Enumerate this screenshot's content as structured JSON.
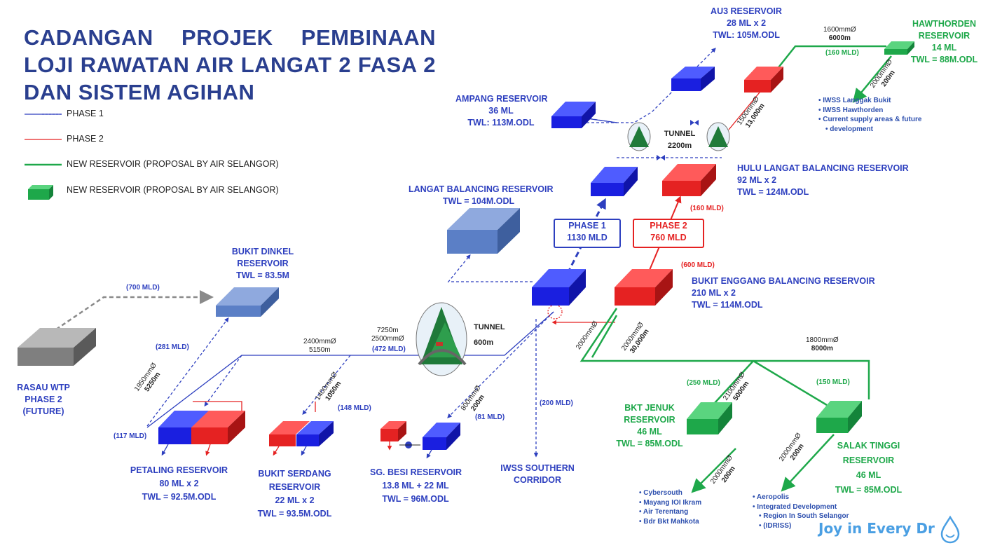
{
  "title": {
    "line1": "CADANGAN PROJEK PEMBINAAN",
    "line2": "LOJI RAWATAN AIR LANGAT 2 FASA 2",
    "line3": "DAN SISTEM AGIHAN"
  },
  "legend": {
    "phase1": "PHASE 1",
    "phase2": "PHASE 2",
    "new_line": "NEW RESERVOIR (PROPOSAL BY AIR SELANGOR)",
    "new_box": "NEW RESERVOIR (PROPOSAL BY AIR SELANGOR)"
  },
  "colors": {
    "phase1": "#2d3fbf",
    "phase2": "#e52222",
    "new": "#1ea84a",
    "future": "#8a8a8a",
    "balancing": "#5b7fc6"
  },
  "reservoirs": {
    "au3": {
      "name": "AU3 RESERVOIR",
      "capacity": "28 ML x 2",
      "twl": "TWL: 105M.ODL"
    },
    "hawthorden": {
      "name1": "HAWTHORDEN",
      "name2": "RESERVOIR",
      "capacity": "14 ML",
      "twl": "TWL = 88M.ODL"
    },
    "ampang": {
      "name": "AMPANG RESERVOIR",
      "capacity": "36 ML",
      "twl": "TWL: 113M.ODL"
    },
    "hulu_langat": {
      "name": "HULU LANGAT BALANCING RESERVOIR",
      "capacity": "92 ML x 2",
      "twl": "TWL = 124M.ODL"
    },
    "langat_balancing": {
      "name": "LANGAT BALANCING RESERVOIR",
      "twl": "TWL = 104M.ODL"
    },
    "bukit_dinkel": {
      "name1": "BUKIT DINKEL",
      "name2": "RESERVOIR",
      "twl": "TWL = 83.5M"
    },
    "bukit_enggang": {
      "name": "BUKIT ENGGANG BALANCING RESERVOIR",
      "capacity": "210 ML x 2",
      "twl": "TWL = 114M.ODL"
    },
    "rasau": {
      "name1": "RASAU WTP",
      "name2": "PHASE 2",
      "name3": "(FUTURE)"
    },
    "petaling": {
      "name": "PETALING RESERVOIR",
      "capacity": "80 ML x 2",
      "twl": "TWL = 92.5M.ODL"
    },
    "bukit_serdang": {
      "name1": "BUKIT SERDANG",
      "name2": "RESERVOIR",
      "capacity": "22 ML x 2",
      "twl": "TWL = 93.5M.ODL"
    },
    "sg_besi": {
      "name": "SG. BESI RESERVOIR",
      "capacity": "13.8 ML + 22 ML",
      "twl": "TWL = 96M.ODL"
    },
    "iwss_southern": {
      "name1": "IWSS SOUTHERN",
      "name2": "CORRIDOR"
    },
    "bkt_jenuk": {
      "name1": "BKT JENUK",
      "name2": "RESERVOIR",
      "capacity": "46 ML",
      "twl": "TWL = 85M.ODL"
    },
    "salak_tinggi": {
      "name1": "SALAK TINGGI",
      "name2": "RESERVOIR",
      "capacity": "46 ML",
      "twl": "TWL = 85M.ODL"
    }
  },
  "tunnels": {
    "upper": {
      "label": "TUNNEL",
      "length": "2200m"
    },
    "lower": {
      "label": "TUNNEL",
      "length": "600m"
    }
  },
  "phases": {
    "p1": {
      "label": "PHASE 1",
      "flow": "1130 MLD"
    },
    "p2": {
      "label": "PHASE 2",
      "flow": "760 MLD"
    }
  },
  "flows": {
    "f700": "(700 MLD)",
    "f281": "(281 MLD)",
    "f117": "(117 MLD)",
    "f148": "(148 MLD)",
    "f472": "(472 MLD)",
    "f81": "(81 MLD)",
    "f200": "(200 MLD)",
    "f160a": "(160 MLD)",
    "f160b": "(160 MLD)",
    "f600": "(600 MLD)",
    "f250": "(250 MLD)",
    "f150": "(150 MLD)"
  },
  "pipes": {
    "p1600": {
      "dia": "1600mmØ",
      "len": "6000m"
    },
    "p2000h": {
      "dia": "2000mmØ",
      "len": "200m"
    },
    "p1500": {
      "dia": "1500mmØ",
      "len": "13,000m"
    },
    "p2400": {
      "dia": "2400mmØ",
      "len": "5150m"
    },
    "p2500": {
      "len_top": "7250m",
      "dia": "2500mmØ"
    },
    "p1950": {
      "dia": "1950mmØ",
      "len": "5250m"
    },
    "p1400": {
      "dia": "1400mmØ",
      "len": "1050m"
    },
    "p800": {
      "dia": "800mmØ",
      "len": "200m"
    },
    "p2000a": {
      "dia": "2000mmØ"
    },
    "p2000b": {
      "dia": "2000mmØ",
      "len": "30,000m"
    },
    "p1800": {
      "dia": "1800mmØ",
      "len": "8000m"
    },
    "p2100": {
      "dia": "2100mmØ",
      "len": "5000m"
    },
    "p2000j": {
      "dia": "2000mmØ",
      "len": "200m"
    },
    "p2000s": {
      "dia": "2000mmØ",
      "len": "200m"
    }
  },
  "areas": {
    "hawthorden": [
      "IWSS Langgak Bukit",
      "IWSS Hawthorden",
      "Current supply areas & future",
      "development"
    ],
    "jenuk": [
      "Cybersouth",
      "Mayang IOI Ikram",
      "Air Terentang",
      "Bdr Bkt Mahkota"
    ],
    "salak": [
      "Aeropolis",
      "Integrated Development",
      "Region In South Selangor",
      "(IDRISS)"
    ]
  },
  "brand": "Joy in Every Dr",
  "brand_icon": "droplet-icon"
}
